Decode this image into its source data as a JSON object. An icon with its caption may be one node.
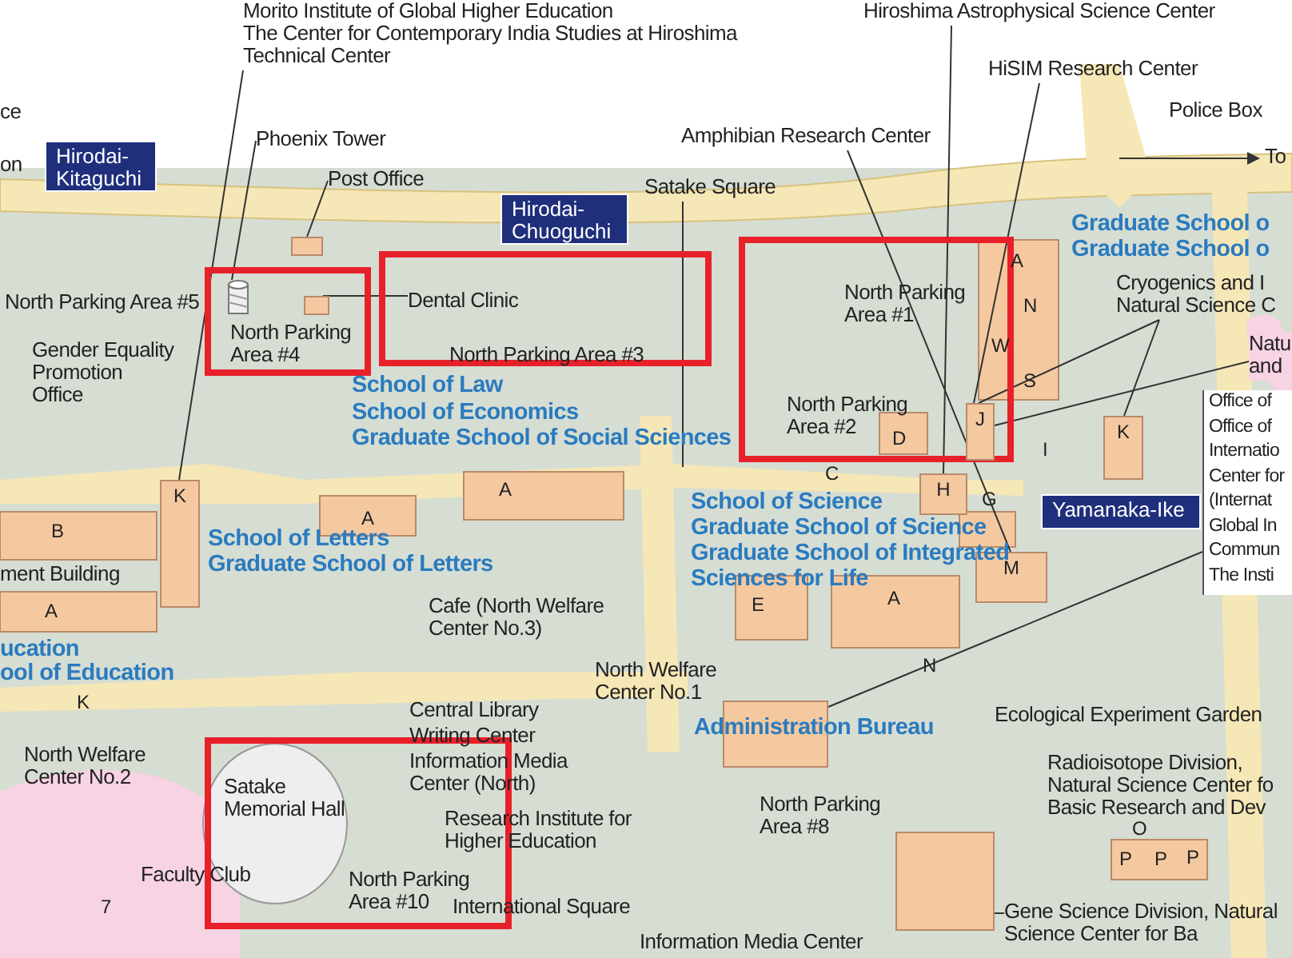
{
  "diagram": {
    "nodes": [
      {
        "text": [
          "Morito Institute of Global Higher Education",
          "The Center for Contemporary India Studies at Hiroshima",
          "Technical Center"
        ]
      },
      {
        "text": [
          "Hirodai- Kitaguchi"
        ]
      },
      {
        "text": [
          "Phoenix Tower"
        ]
      },
      {
        "text": [
          "Post Office"
        ]
      },
      {
        "text": [
          "Hirodai- Chuoguchi"
        ]
      },
      {
        "text": [
          "Satake Square"
        ]
      },
      {
        "text": [
          "Amphibian Research Center"
        ]
      },
      {
        "text": [
          "Hiroshima Astrophysical Science Center"
        ]
      },
      {
        "text": [
          "HiSIM Research Center"
        ]
      },
      {
        "text": [
          "North Parking Area #4"
        ]
      },
      {
        "text": [
          "North Parking Area  #3"
        ]
      },
      {
        "text": [
          "Dental Clinic"
        ],
        "in": 10
      },
      {
        "text": [
          "North Parking Area #1",
          "North Parking Area #2",
          "D"
        ]
      },
      {
        "text": [
          "Cryogenics and I Natural Science C"
        ]
      },
      {
        "text": [
          "Natu and"
        ]
      },
      {
        "text": [
          "Office of Office of Internatio Center for (Internat Global In Commun The Insti"
        ]
      },
      {
        "text": [
          "Yamanaka-Ike"
        ]
      },
      {
        "text": [
          "Satake Memorial Hall",
          "North Parking Area #10"
        ]
      },
      {
        "text": [
          "Gene Science Division, Natural Science Center for Ba"
        ]
      },
      {
        "text": [
          "K"
        ]
      },
      {
        "text": [],
        "shape": "picture",
        "in": 9
      },
      {
        "text": [],
        "shape": "box"
      },
      {
        "text": [],
        "shape": "box",
        "in": 9
      },
      {
        "text": [
          "M"
        ]
      },
      {
        "text": [
          "H"
        ]
      },
      {
        "text": [
          "J"
        ],
        "in": 12
      },
      {
        "text": [
          "K"
        ]
      },
      {
        "text": [],
        "shape": "box"
      },
      {
        "text": [],
        "shape": "box"
      }
    ],
    "edges": [
      {
        "from": 0,
        "to": 19,
        "arrow": "none"
      },
      {
        "from": 2,
        "to": 20,
        "arrow": "none"
      },
      {
        "from": 3,
        "to": 21,
        "arrow": "none"
      },
      {
        "from": 5,
        "to": null,
        "arrow": "none"
      },
      {
        "from": 6,
        "to": 23,
        "arrow": "none"
      },
      {
        "from": 7,
        "to": 24,
        "arrow": "none"
      },
      {
        "from": 8,
        "to": 25,
        "arrow": "none"
      },
      {
        "from": 11,
        "to": 22,
        "arrow": "none"
      },
      {
        "from": 13,
        "to": 25,
        "arrow": "none"
      },
      {
        "from": 13,
        "to": 26,
        "arrow": "none"
      },
      {
        "from": 14,
        "to": 25,
        "arrow": "none"
      },
      {
        "from": 15,
        "to": 27,
        "arrow": "none"
      },
      {
        "from": 18,
        "to": 28,
        "arrow": "none"
      }
    ],
    "labels": [
      "ce",
      "on",
      "Police Box",
      "To",
      "Graduate School o",
      "Graduate School o",
      "North Parking Area #5",
      "Gender Equality Promotion Office",
      "School of Law",
      "School of Economics",
      "Graduate School of Social Sciences",
      "B",
      "A",
      "A",
      "ment Building",
      "School of Letters",
      "Graduate School of Letters",
      "A",
      "Cafe (North Welfare Center No.3)",
      "School of Science",
      "Graduate School of Science",
      "Graduate School of Integrated Sciences for Life",
      "C",
      "E",
      "A",
      "G",
      "I",
      "A",
      "N",
      "W",
      "S",
      "ucation",
      "ool of Education",
      "K",
      "North Welfare Center No.1",
      "N",
      "Ecological Experiment Garden",
      "Administration Bureau",
      "North Welfare Center No.2",
      "Central Library",
      "Writing Center",
      "Information Media Center (North)",
      "Research Institute for Higher Education",
      "Radioisotope Division, Natural Science Center fo Basic Research and Dev",
      "North Parking Area #8",
      "O",
      "P",
      "P",
      "P",
      "Faculty Club",
      "7",
      "International Square",
      "Information Media Center"
    ]
  }
}
